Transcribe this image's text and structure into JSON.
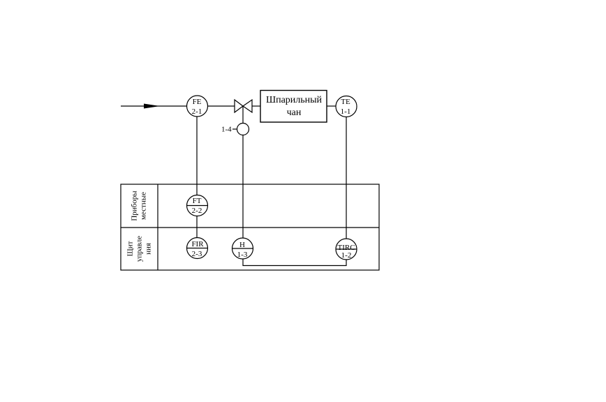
{
  "process_unit": {
    "line1": "Шпарильный",
    "line2": "чан"
  },
  "zones": {
    "local": {
      "line1": "Приборы",
      "line2": "местные"
    },
    "panel": {
      "line1": "Щит",
      "line2": "управле",
      "line3": "ния"
    }
  },
  "valve_positioner": {
    "label": "1-4"
  },
  "instruments": {
    "fe": {
      "code": "FE",
      "number": "2-1"
    },
    "te": {
      "code": "TE",
      "number": "1-1"
    },
    "ft": {
      "code": "FT",
      "number": "2-2"
    },
    "fir": {
      "code": "FIR",
      "number": "2-3"
    },
    "h": {
      "code": "H",
      "number": "1-3"
    },
    "tirc": {
      "code": "TIRC",
      "number": "1-2"
    }
  }
}
